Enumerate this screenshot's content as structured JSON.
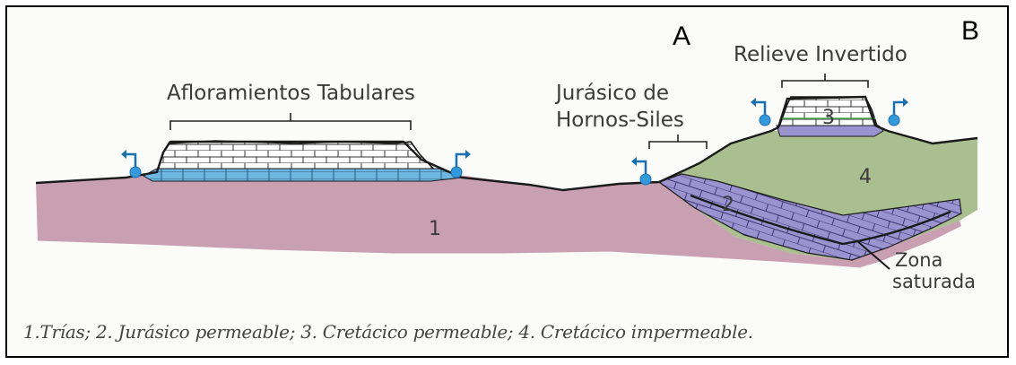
{
  "labels": {
    "point_a": "A",
    "point_b": "B",
    "afloramientos": "Afloramientos Tabulares",
    "jurasico_line1": "Jurásico de",
    "jurasico_line2": "Hornos-Siles",
    "relieve": "Relieve Invertido",
    "zona_line1": "Zona",
    "zona_line2": "saturada"
  },
  "units": {
    "u1": "1",
    "u2": "2",
    "u3": "3",
    "u4": "4"
  },
  "caption": "1.Trías; 2. Jurásico permeable; 3. Cretácico permeable; 4. Cretácico impermeable.",
  "colors": {
    "trias": "#c9a0b2",
    "jurasico": "#9a93cf",
    "cretacico_permeable": "#ffffff",
    "cretacico_impermeable": "#a9bf8f",
    "water": "#5aaedc",
    "outline": "#1a1a1a"
  }
}
